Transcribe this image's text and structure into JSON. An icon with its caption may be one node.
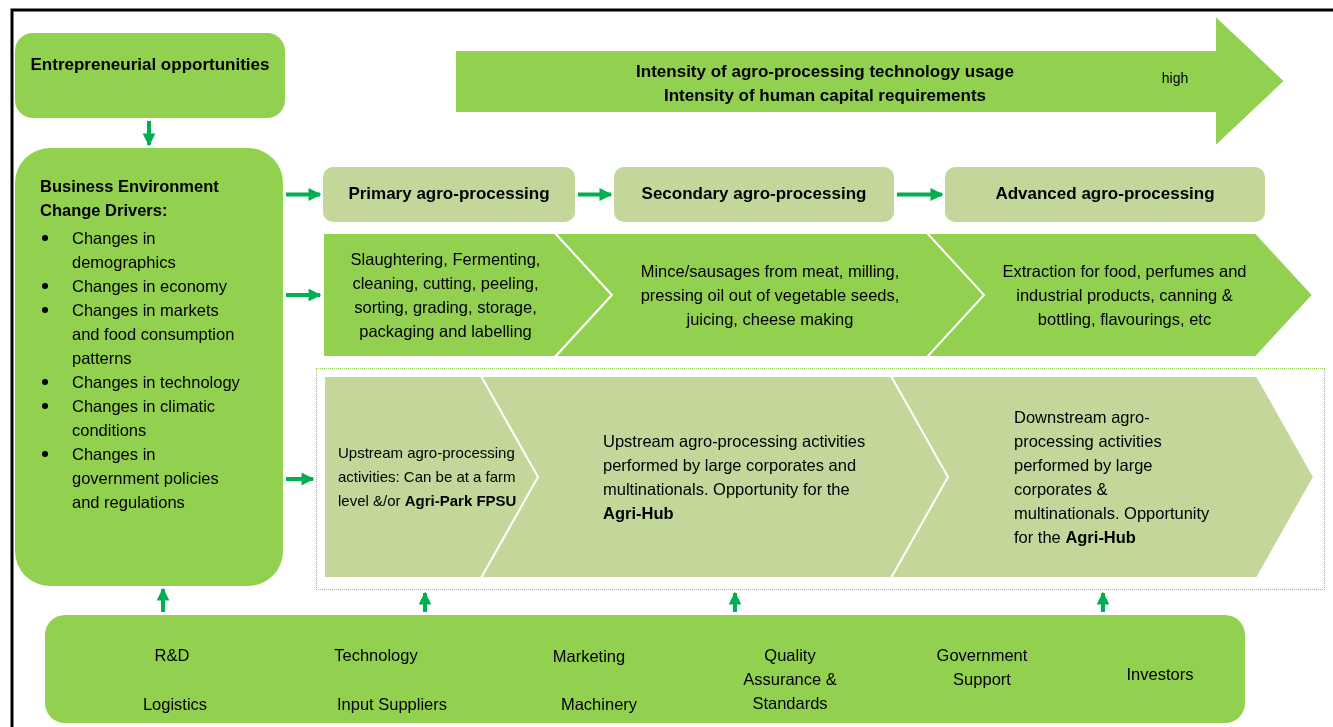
{
  "diagram": {
    "nodes": [
      {
        "text": [
          "Entrepreneurial opportunities"
        ]
      },
      {
        "text": [
          "Business Environment Change Drivers:",
          "Changes in demographics",
          "Changes in economy",
          "Changes in markets and food consumption patterns",
          "Changes in technology",
          "Changes in climatic conditions",
          "Changes in government policies and regulations"
        ]
      },
      {
        "text": [
          "Intensity of agro-processing technology usage",
          "Intensity of human capital requirements",
          "high"
        ]
      },
      {
        "text": [
          "Primary agro-processing"
        ]
      },
      {
        "text": [
          "Secondary agro-processing"
        ]
      },
      {
        "text": [
          "Advanced agro-processing"
        ]
      },
      {
        "text": [
          "Slaughtering, Fermenting, cleaning, cutting, peeling, sorting, grading, storage, packaging and labelling"
        ]
      },
      {
        "text": [
          "Mince/sausages from meat, milling, pressing oil out of vegetable seeds, juicing, cheese making"
        ]
      },
      {
        "text": [
          "Extraction for food, perfumes and industrial products,  canning & bottling, flavourings, etc"
        ]
      },
      {
        "text": [],
        "shape": "box"
      },
      {
        "text": [
          "Upstream agro-processing activities: Can be at a farm level &/or **Agri-Park FPSU**"
        ],
        "in": 9
      },
      {
        "text": [
          "Upstream agro-processing activities performed by large corporates and multinationals. Opportunity for the  **Agri-Hub**"
        ],
        "in": 9
      },
      {
        "text": [
          "Downstream agro-processing activities performed by large corporates & multinationals. Opportunity for the **Agri-Hub**"
        ],
        "in": 9
      },
      {
        "text": [
          "R&D",
          "Technology",
          "Marketing",
          "Quality Assurance & Standards",
          "Government Support",
          "Investors",
          "Logistics",
          "Input Suppliers",
          "Machinery"
        ]
      }
    ],
    "edges": [
      {
        "from": 0,
        "to": 1,
        "arrow": "to"
      },
      {
        "from": 1,
        "to": 3,
        "arrow": "to"
      },
      {
        "from": 1,
        "to": 6,
        "arrow": "to"
      },
      {
        "from": 1,
        "to": 9,
        "arrow": "to"
      },
      {
        "from": 3,
        "to": 4,
        "arrow": "to"
      },
      {
        "from": 4,
        "to": 5,
        "arrow": "to"
      },
      {
        "from": 13,
        "to": 1,
        "arrow": "to"
      },
      {
        "from": 13,
        "to": 9,
        "arrow": "to"
      },
      {
        "from": 13,
        "to": 9,
        "arrow": "to"
      },
      {
        "from": 13,
        "to": 9,
        "arrow": "to"
      }
    ]
  }
}
